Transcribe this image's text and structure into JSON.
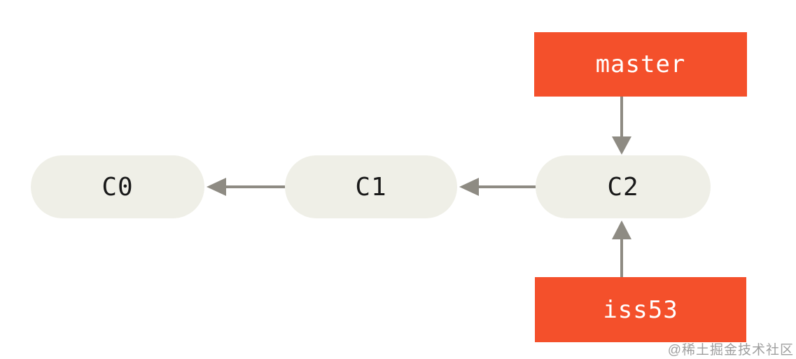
{
  "diagram": {
    "commits": [
      {
        "id": "c0",
        "label": "C0"
      },
      {
        "id": "c1",
        "label": "C1"
      },
      {
        "id": "c2",
        "label": "C2"
      }
    ],
    "branches": [
      {
        "id": "master",
        "label": "master",
        "points_to": "C2"
      },
      {
        "id": "iss53",
        "label": "iss53",
        "points_to": "C2"
      }
    ],
    "edges": [
      {
        "from": "C1",
        "to": "C0"
      },
      {
        "from": "C2",
        "to": "C1"
      },
      {
        "from": "master",
        "to": "C2"
      },
      {
        "from": "iss53",
        "to": "C2"
      }
    ]
  },
  "watermark": {
    "text": "@稀土掘金技术社区"
  },
  "colors": {
    "background": "#FFFFFF",
    "commit_fill": "#EFEFE7",
    "commit_text": "#1A1A1A",
    "branch_fill": "#F4502B",
    "branch_text": "#FFFFFF",
    "arrow": "#8E8B83",
    "watermark_text": "#9E9E9E"
  }
}
